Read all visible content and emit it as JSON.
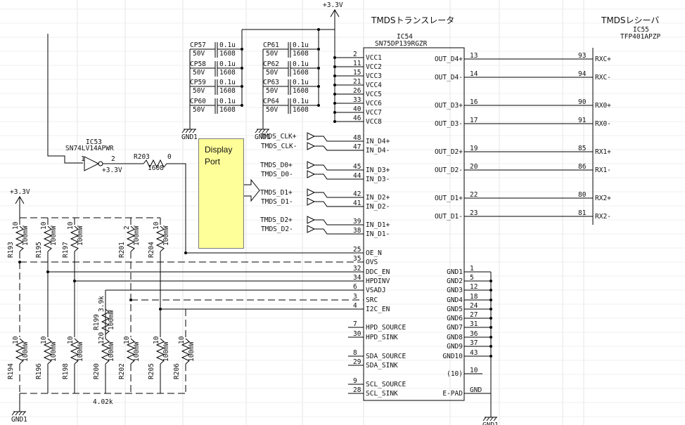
{
  "headers": {
    "translator": "TMDSトランスレータ",
    "receiver": "TMDSレシーバ"
  },
  "power_top": "+3.3V",
  "power_left": "+3.3V",
  "callout": {
    "line1": "Display",
    "line2": "Port"
  },
  "gnd_label": "GND1",
  "ic54": {
    "ref": "IC54",
    "part": "SN75DP139RGZR",
    "left_pins": [
      {
        "num": "2",
        "name": "VCC1"
      },
      {
        "num": "11",
        "name": "VCC2"
      },
      {
        "num": "15",
        "name": "VCC3"
      },
      {
        "num": "21",
        "name": "VCC4"
      },
      {
        "num": "26",
        "name": "VCC5"
      },
      {
        "num": "33",
        "name": "VCC6"
      },
      {
        "num": "40",
        "name": "VCC7"
      },
      {
        "num": "46",
        "name": "VCC8"
      },
      {
        "num": "48",
        "name": "IN_D4+"
      },
      {
        "num": "47",
        "name": "IN_D4-"
      },
      {
        "num": "45",
        "name": "IN_D3+"
      },
      {
        "num": "44",
        "name": "IN_D3-"
      },
      {
        "num": "42",
        "name": "IN_D2+"
      },
      {
        "num": "41",
        "name": "IN_D2-"
      },
      {
        "num": "39",
        "name": "IN_D1+"
      },
      {
        "num": "38",
        "name": "IN_D1-"
      },
      {
        "num": "25",
        "name": "OE_N"
      },
      {
        "num": "35",
        "name": "OVS"
      },
      {
        "num": "32",
        "name": "DDC_EN"
      },
      {
        "num": "34",
        "name": "HPDINV"
      },
      {
        "num": "6",
        "name": "VSADJ"
      },
      {
        "num": "3",
        "name": "SRC"
      },
      {
        "num": "4",
        "name": "I2C_EN"
      },
      {
        "num": "7",
        "name": "HPD_SOURCE"
      },
      {
        "num": "30",
        "name": "HPD_SINK"
      },
      {
        "num": "8",
        "name": "SDA_SOURCE"
      },
      {
        "num": "29",
        "name": "SDA_SINK"
      },
      {
        "num": "9",
        "name": "SCL_SOURCE"
      },
      {
        "num": "28",
        "name": "SCL_SINK"
      }
    ],
    "right_pins": [
      {
        "num": "13",
        "name": "OUT_D4+"
      },
      {
        "num": "14",
        "name": "OUT_D4-"
      },
      {
        "num": "16",
        "name": "OUT_D3+"
      },
      {
        "num": "17",
        "name": "OUT_D3-"
      },
      {
        "num": "19",
        "name": "OUT_D2+"
      },
      {
        "num": "20",
        "name": "OUT_D2-"
      },
      {
        "num": "22",
        "name": "OUT_D1+"
      },
      {
        "num": "23",
        "name": "OUT_D1-"
      },
      {
        "num": "1",
        "name": "GND1"
      },
      {
        "num": "5",
        "name": "GND2"
      },
      {
        "num": "12",
        "name": "GND3"
      },
      {
        "num": "18",
        "name": "GND4"
      },
      {
        "num": "24",
        "name": "GND5"
      },
      {
        "num": "27",
        "name": "GND6"
      },
      {
        "num": "31",
        "name": "GND7"
      },
      {
        "num": "36",
        "name": "GND8"
      },
      {
        "num": "37",
        "name": "GND9"
      },
      {
        "num": "43",
        "name": "GND10"
      },
      {
        "num": "10",
        "name": "(10)"
      },
      {
        "num": "",
        "name": "E-PAD"
      }
    ],
    "epad_net": "GND"
  },
  "ic55": {
    "ref": "IC55",
    "part": "TFP401APZP",
    "pins": [
      {
        "num": "93",
        "name": "RXC+"
      },
      {
        "num": "94",
        "name": "RXC-"
      },
      {
        "num": "90",
        "name": "RX0+"
      },
      {
        "num": "91",
        "name": "RX0-"
      },
      {
        "num": "85",
        "name": "RX1+"
      },
      {
        "num": "86",
        "name": "RX1-"
      },
      {
        "num": "80",
        "name": "RX2+"
      },
      {
        "num": "81",
        "name": "RX2-"
      }
    ]
  },
  "ic53": {
    "ref": "IC53",
    "part": "SN74LV14APWR",
    "pin_in": "1",
    "pin_out": "2",
    "supply": "+3.3V"
  },
  "r203": {
    "ref": "R203",
    "value": "0",
    "size": "1608"
  },
  "inputs": [
    "TMDS_CLK+",
    "TMDS_CLK-",
    "TMDS_D0+",
    "TMDS_D0-",
    "TMDS_D1+",
    "TMDS_D1-",
    "TMDS_D2+",
    "TMDS_D2-"
  ],
  "caps": [
    {
      "ref": "CP57",
      "value": "0.1u",
      "volt": "50V",
      "size": "1608"
    },
    {
      "ref": "CP58",
      "value": "0.1u",
      "volt": "50V",
      "size": "1608"
    },
    {
      "ref": "CP59",
      "value": "0.1u",
      "volt": "50V",
      "size": "1608"
    },
    {
      "ref": "CP60",
      "value": "0.1u",
      "volt": "50V",
      "size": "1608"
    },
    {
      "ref": "CP61",
      "value": "0.1u",
      "volt": "50V",
      "size": "1608"
    },
    {
      "ref": "CP62",
      "value": "0.1u",
      "volt": "50V",
      "size": "1608"
    },
    {
      "ref": "CP63",
      "value": "0.1u",
      "volt": "50V",
      "size": "1608"
    },
    {
      "ref": "CP64",
      "value": "0.1u",
      "volt": "50V",
      "size": "1608"
    }
  ],
  "upper_resistors": [
    {
      "ref": "R193",
      "value": "10",
      "power": "100mW"
    },
    {
      "ref": "R195",
      "value": "10",
      "power": "100mW"
    },
    {
      "ref": "R197",
      "value": "10",
      "power": "100mW"
    },
    {
      "ref": "R201",
      "value": "2",
      "power": "100mW"
    },
    {
      "ref": "R204",
      "value": "10",
      "power": "100mW"
    }
  ],
  "lower_resistors": [
    {
      "ref": "R194",
      "value": "10",
      "power": "100mW"
    },
    {
      "ref": "R196",
      "value": "10",
      "power": "100mW"
    },
    {
      "ref": "R198",
      "value": "10",
      "power": "100mW"
    },
    {
      "ref": "R200",
      "value": "120",
      "power": "100mW"
    },
    {
      "ref": "R202",
      "value": "10",
      "power": "100mW"
    },
    {
      "ref": "R205",
      "value": "10",
      "power": "100mW"
    },
    {
      "ref": "R206",
      "value": "10",
      "power": "100mW"
    }
  ],
  "r199": {
    "ref": "R199",
    "value": "3.9k",
    "power": "100mW"
  },
  "r200_alt_value": "4.02k"
}
